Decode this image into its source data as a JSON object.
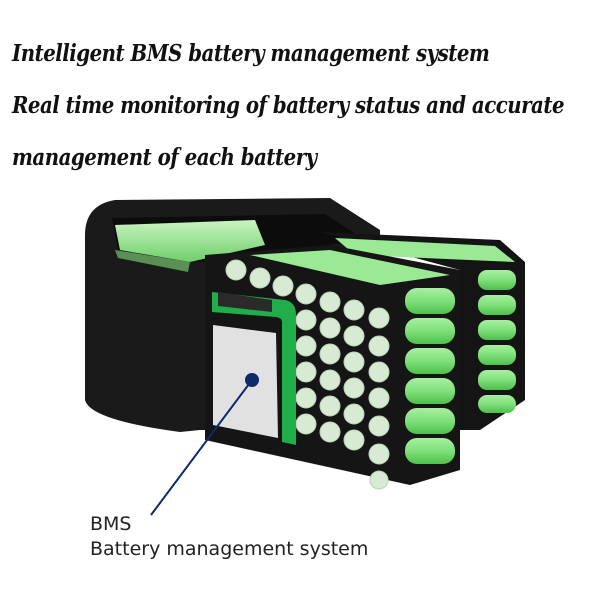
{
  "headline": {
    "line1": "Intelligent BMS battery management system",
    "line2": "Real time monitoring of battery status and accurate",
    "line3": "management of each battery"
  },
  "callout": {
    "abbr": "BMS",
    "full": "Battery management system"
  },
  "colors": {
    "cell_green": "#7ee07a",
    "cell_cap": "#d9ecd6",
    "frame_black": "#141414",
    "pcb_green": "#1fae4a",
    "bms_board": "#e1e1e1",
    "pointer_dot": "#0d2a6b"
  }
}
